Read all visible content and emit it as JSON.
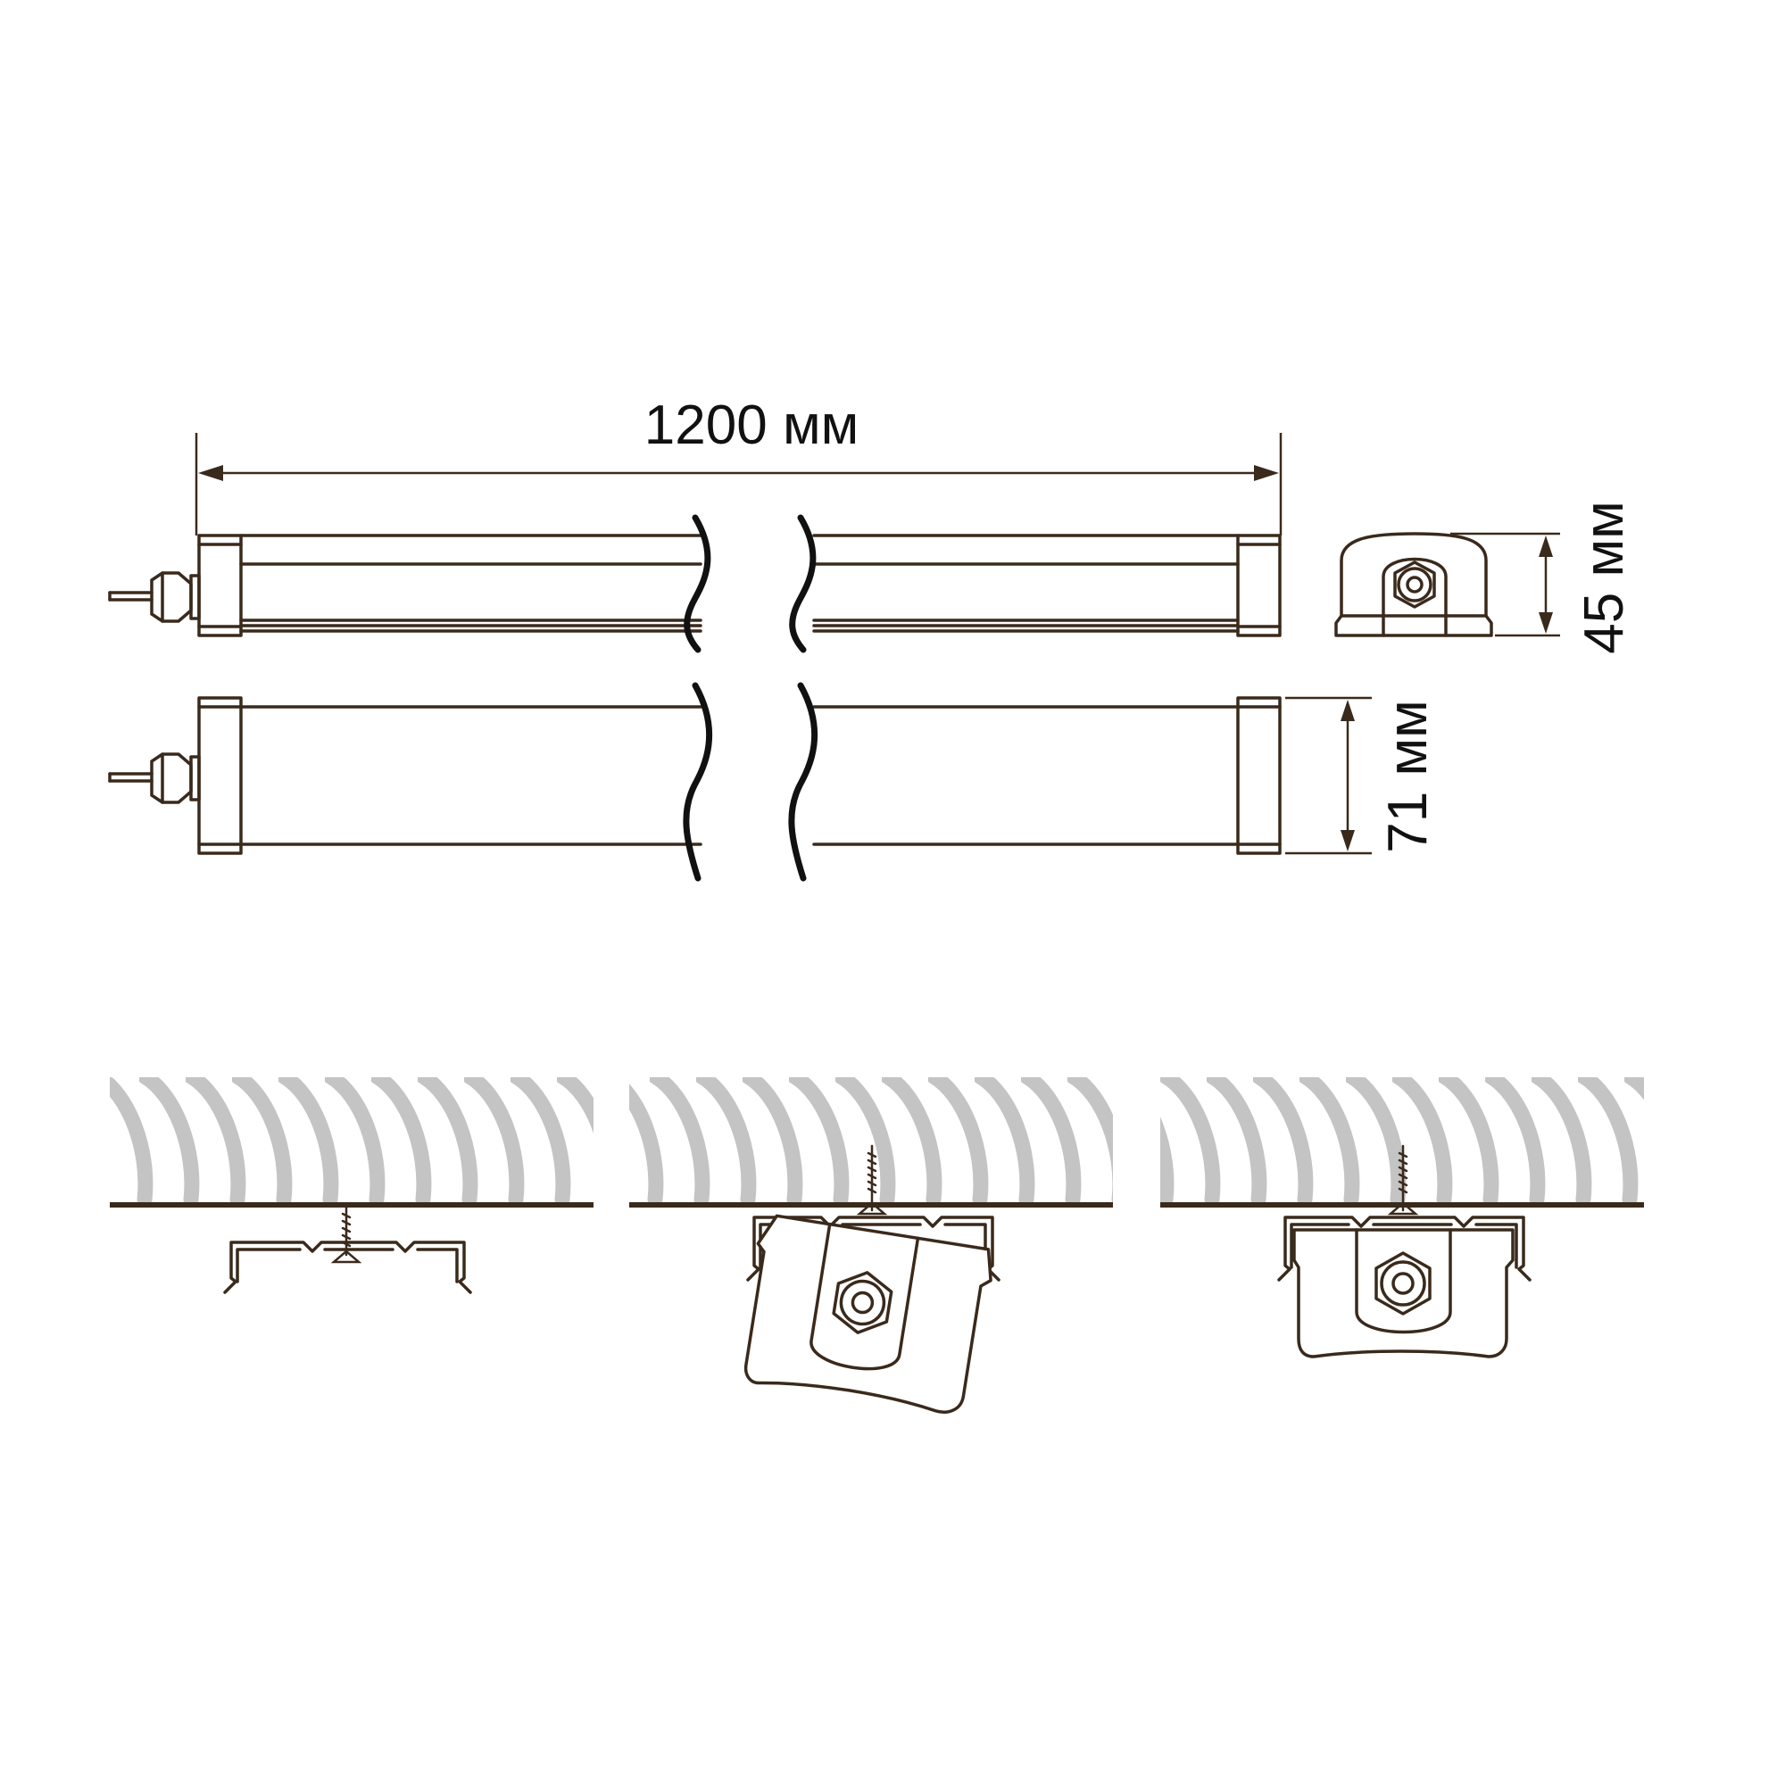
{
  "dimensions": {
    "length": "1200 мм",
    "height": "45 мм",
    "width": "71 мм"
  },
  "colors": {
    "line": "#3a2a1c",
    "hatch": "#c4c4c4",
    "wave": "#111111",
    "background": "#ffffff"
  },
  "mounting_steps": [
    "bracket-screwed",
    "luminaire-tilted-in",
    "luminaire-snapped-in"
  ]
}
